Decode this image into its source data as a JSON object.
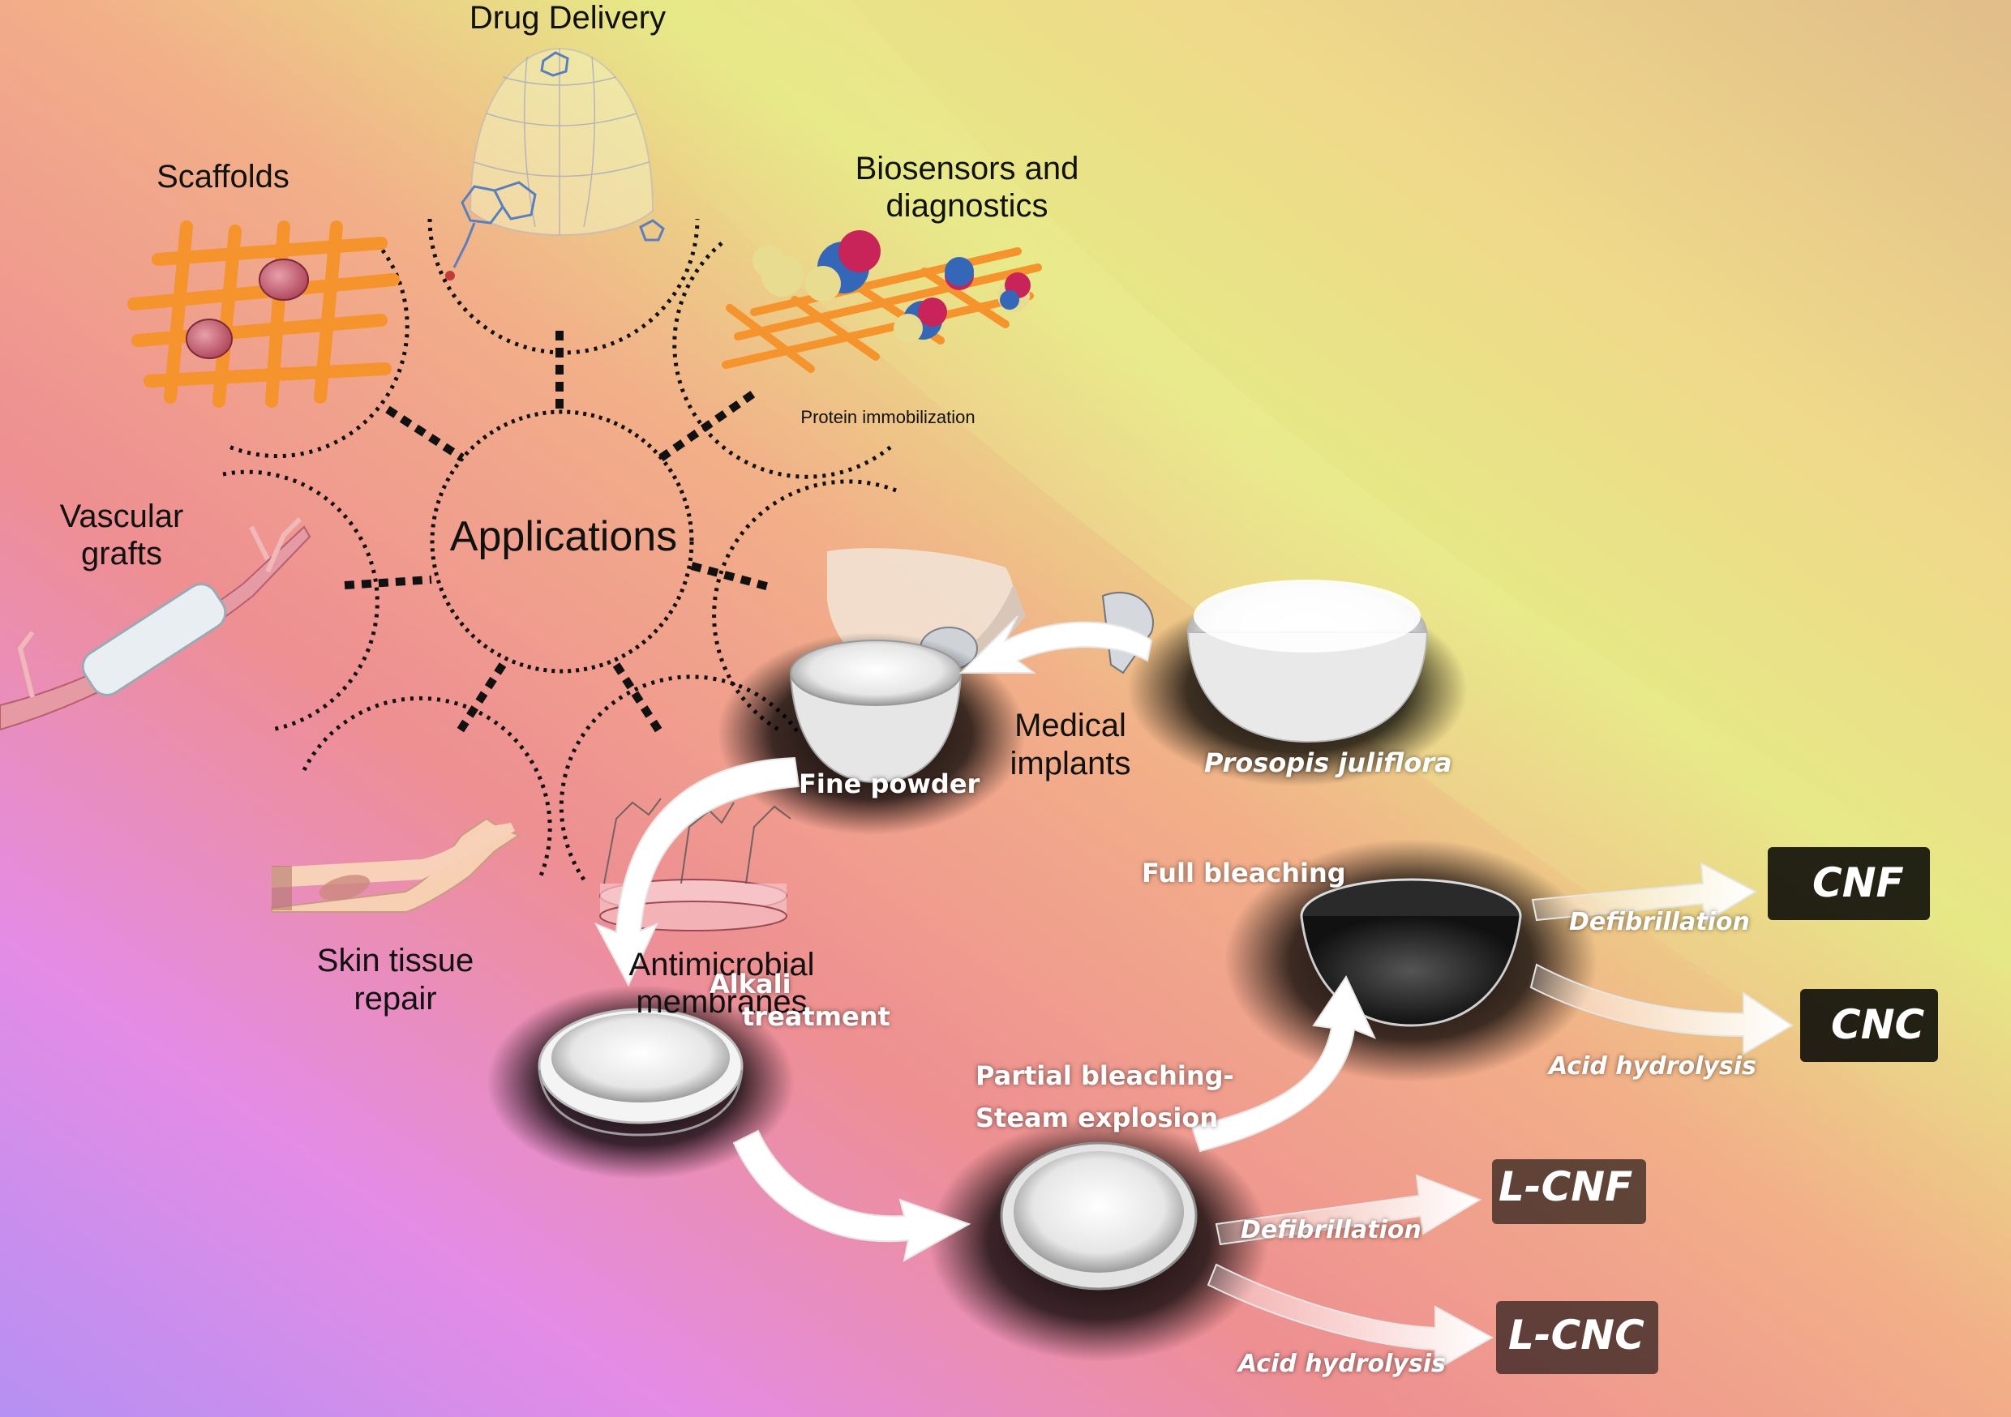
{
  "applications": {
    "center": "Applications",
    "drug_delivery": "Drug Delivery",
    "scaffolds": "Scaffolds",
    "biosensors_line1": "Biosensors and",
    "biosensors_line2": "diagnostics",
    "protein_immobilization": "Protein immobilization",
    "vascular_line1": "Vascular",
    "vascular_line2": "grafts",
    "medical_line1": "Medical",
    "medical_line2": "implants",
    "skin_line1": "Skin tissue",
    "skin_line2": "repair",
    "antimicrobial_line1": "Antimicrobial",
    "antimicrobial_line2": "membranes"
  },
  "process": {
    "fine_powder": "Fine powder",
    "source": "Prosopis juliflora",
    "alkali_line1": "Alkali",
    "alkali_line2": "treatment",
    "partial_line1": "Partial bleaching-",
    "partial_line2": "Steam explosion",
    "full_bleaching": "Full bleaching",
    "defibrillation_top": "Defibrillation",
    "acid_hydrolysis_top": "Acid hydrolysis",
    "defibrillation_bottom": "Defibrillation",
    "acid_hydrolysis_bottom": "Acid hydrolysis",
    "products": {
      "cnf": "CNF",
      "cnc": "CNC",
      "lcnf": "L-CNF",
      "lcnc": "L-CNC"
    }
  },
  "colors": {
    "pink": "#ee8f90",
    "magenta": "#e48de8",
    "purple": "#b892f0",
    "orange_scaffold": "#f5932d",
    "yellow": "#e9e37f",
    "tan": "#e3bf8b",
    "protein_blue": "#3567b8",
    "protein_red": "#c8245a",
    "protein_yellow": "#e7dc8f"
  }
}
